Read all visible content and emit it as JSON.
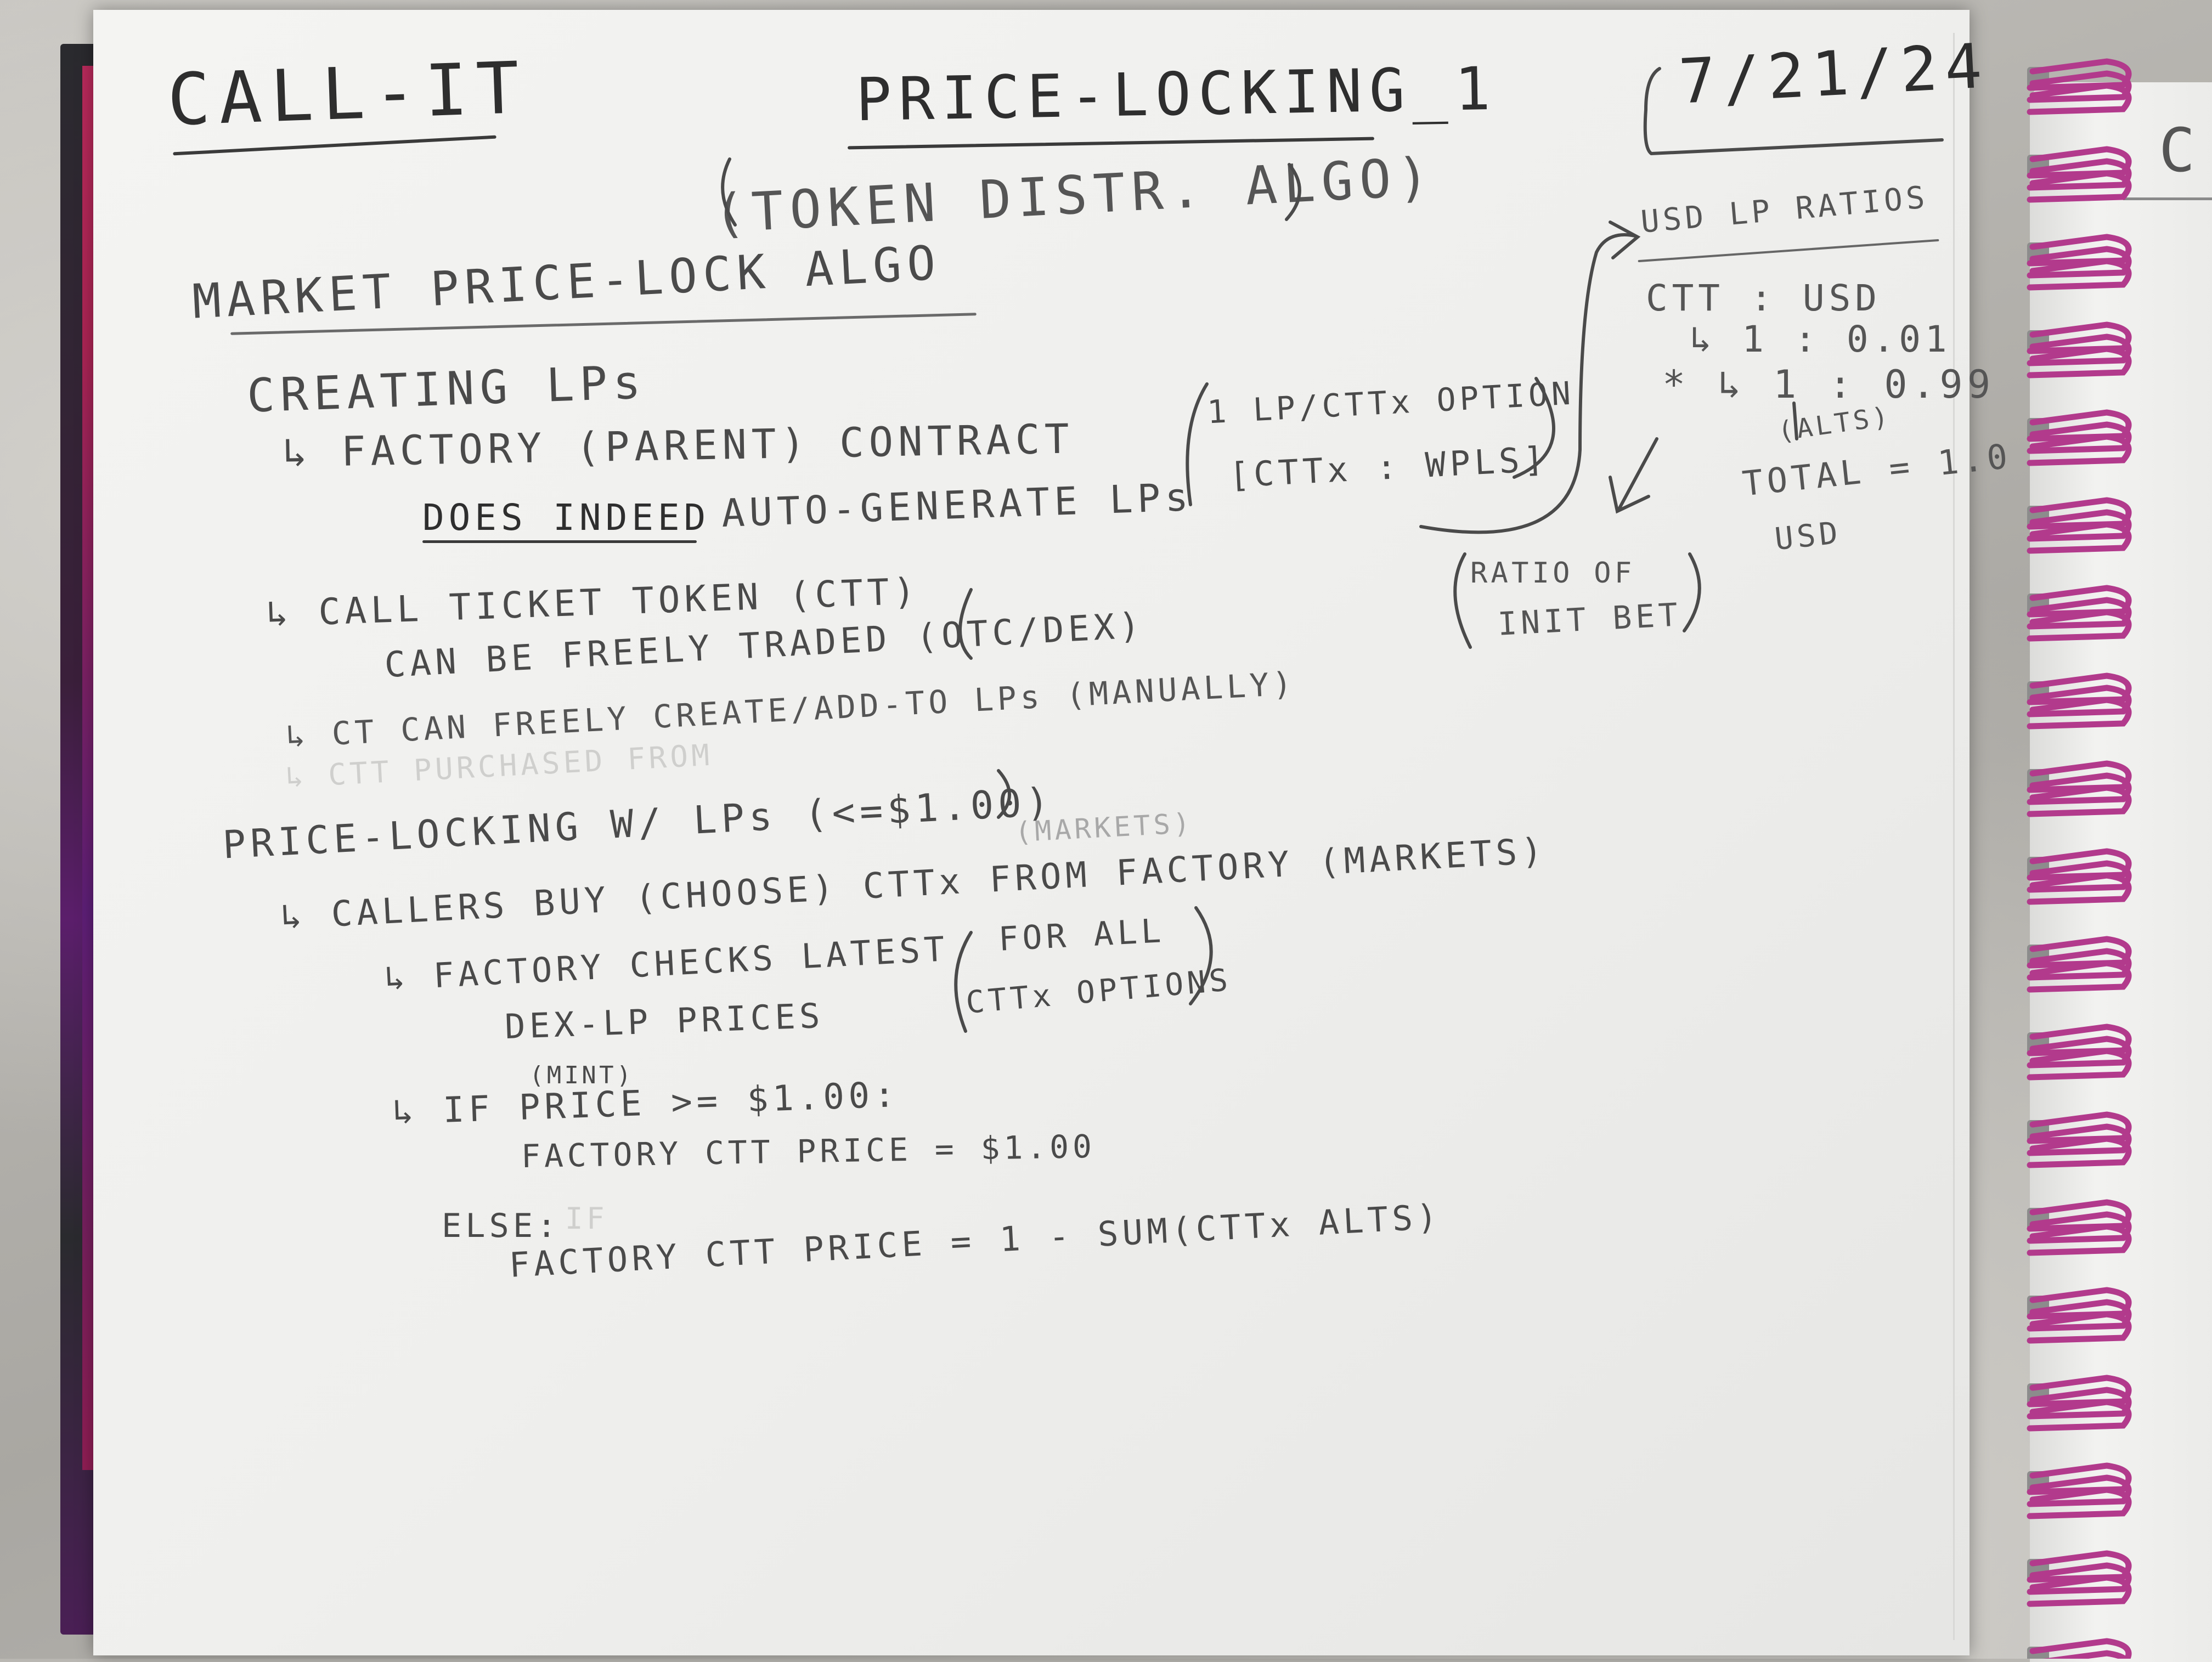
{
  "notebook": {
    "page_color": "#f1f1ef",
    "ring_color": "#b23a8c",
    "pencil_color": "#3d3d3d"
  },
  "header": {
    "project": "CALL-IT",
    "title": "PRICE-LOCKING_1",
    "subtitle": "(TOKEN DISTR. ALGO)",
    "date": "7/21/24"
  },
  "section1": {
    "heading": "MARKET PRICE-LOCK ALGO",
    "creating": "CREATING LPs",
    "factory": "↳ FACTORY (PARENT) CONTRACT",
    "does_indeed": "DOES INDEED",
    "auto_generate": "AUTO-GENERATE LPs",
    "lp_note_1": "1 LP/CTTx OPTION",
    "lp_note_2": "[CTTx : WPLS]",
    "call_ticket": "↳ CALL TICKET TOKEN (CTT)",
    "freely_traded": "CAN BE FREELY TRADED (OTC/DEX)",
    "freely_create": "↳ CT CAN FREELY CREATE/ADD-TO LPs (MANUALLY)",
    "ghost_line": "↳ CTT PURCHASED FROM"
  },
  "section2": {
    "heading": "PRICE-LOCKING W/ LPs (<=$1.00)",
    "markets_note": "(MARKETS)",
    "callers": "↳ CALLERS BUY (CHOOSE) CTTx FROM FACTORY (MARKETS)",
    "factory_checks": "↳ FACTORY CHECKS LATEST",
    "for_all": "FOR ALL",
    "ctt_options": "CTTx OPTIONS",
    "dex_lp": "DEX-LP PRICES",
    "mint": "(MINT)",
    "if_line": "↳ IF PRICE >= $1.00:",
    "then_line": "FACTORY CTT PRICE = $1.00",
    "else_line": "ELSE:",
    "else_ghost": "IF",
    "else_body": "FACTORY CTT PRICE = 1 - SUM(CTTx ALTS)"
  },
  "sidebar": {
    "heading": "USD LP RATIOS",
    "ratio_header": "CTT : USD",
    "ratio_1": "↳ 1 : 0.01",
    "ratio_2": "* ↳ 1 : 0.99",
    "alts": "(ALTS)",
    "total": "TOTAL = 1.0",
    "total_unit": "USD",
    "ratio_note_1": "RATIO OF",
    "ratio_note_2": "INIT BET"
  },
  "next_page": {
    "fragment": "C"
  }
}
